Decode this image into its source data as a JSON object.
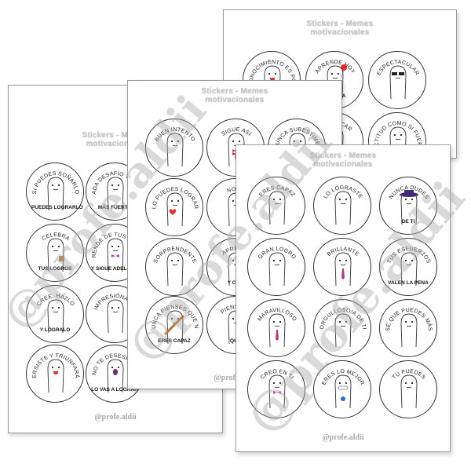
{
  "watermark_text": "@profe.aldii",
  "footer_text": "@profe.aldii",
  "colors": {
    "sheet_border": "#9a9a9a",
    "title_gray": "#c9c9c9",
    "ink": "#222222",
    "watermark": "#aaaaaa"
  },
  "sheets": [
    {
      "title_line1": "Stickers - Memes",
      "title_line2": "motivacionales",
      "stickers": [
        {
          "top": "SI PUEDES SOÑARLO",
          "bottom": "PUEDES LOGRARLO",
          "icon": "blob-character-icon"
        },
        {
          "top": "CADA DESAFÍO TE HACE",
          "bottom": "MÁS FUERTE",
          "icon": "blob-character-icon"
        },
        {
          "top": "CELEBRA",
          "bottom": "TUS LOGROS",
          "icon": "blob-character-coffee-icon"
        },
        {
          "top": "APRENDE DE TUS ERRORES",
          "bottom": "Y SIGUE ADELANTE",
          "icon": "blob-character-bow-icon"
        },
        {
          "top": "CREE, HAZLO",
          "bottom": "Y LÓGRALO",
          "icon": "blob-character-icon"
        },
        {
          "top": "IMPRESIONANTE",
          "bottom": "",
          "icon": "blob-character-icon"
        },
        {
          "top": "PERSISTE Y TRIUNFARÁS",
          "bottom": "",
          "icon": "blob-character-tongue-icon"
        },
        {
          "top": "NO TE DESESPERES",
          "bottom": "LO VAS A LOGRAR",
          "icon": "blob-character-shout-icon"
        }
      ]
    },
    {
      "title_line1": "Stickers - Memes",
      "title_line2": "motivacionales",
      "stickers": [
        {
          "top": "BUEN INTENTO",
          "bottom": "",
          "icon": "blob-character-icon"
        },
        {
          "top": "SIGUE ASÍ",
          "bottom": "",
          "icon": "blob-character-bowtie-icon"
        },
        {
          "top": "NUNCA SUBESTIMES",
          "bottom": "",
          "icon": "blob-character-icon"
        },
        {
          "top": "LO PUEDES LOGRAR",
          "bottom": "",
          "icon": "blob-character-heart-icon"
        },
        {
          "top": "NO TE",
          "bottom": "",
          "icon": "blob-character-icon"
        },
        {
          "top": "SORPRENDENTE",
          "bottom": "",
          "icon": "blob-character-icon"
        },
        {
          "top": "APRENDE",
          "bottom": "Y CON",
          "icon": "blob-character-icon"
        },
        {
          "top": "NUNCA PIENSES QUE NO",
          "bottom": "ERES CAPAZ",
          "icon": "blob-character-bat-icon"
        },
        {
          "top": "PIENSA EN",
          "bottom": "QUE",
          "icon": "blob-character-icon"
        }
      ]
    },
    {
      "title_line1": "Stickers - Memes",
      "title_line2": "motivacionales",
      "stickers": [
        {
          "top": "EL CONOCIMIENTO ES PODER",
          "bottom": "",
          "icon": "blob-character-lips-icon"
        },
        {
          "top": "APRENDE HOY",
          "bottom": "MAÑANA",
          "icon": "blob-character-balloon-icon"
        },
        {
          "top": "ESPECTACULAR",
          "bottom": "",
          "icon": "blob-character-sunglasses-icon"
        },
        {
          "top": "",
          "bottom": "",
          "icon": "blob-character-icon"
        },
        {
          "top": "DE BUSCAR",
          "bottom": "",
          "icon": "blob-character-icon"
        },
        {
          "top": "ACTITUD COMO SI FUERA",
          "bottom": "",
          "icon": "blob-character-icon"
        }
      ]
    },
    {
      "title_line1": "Stickers - Memes",
      "title_line2": "motivacionales",
      "stickers": [
        {
          "top": "ERES CAPAZ",
          "bottom": "",
          "icon": "blob-character-icon"
        },
        {
          "top": "LO LOGRASTE",
          "bottom": "",
          "icon": "blob-character-icon"
        },
        {
          "top": "NUNCA DUDES",
          "bottom": "DE TI",
          "icon": "blob-character-hat-icon"
        },
        {
          "top": "GRAN LOGRO",
          "bottom": "",
          "icon": "blob-character-icon"
        },
        {
          "top": "BRILLANTE",
          "bottom": "",
          "icon": "blob-character-tie-icon"
        },
        {
          "top": "TUS ESFUERZOS",
          "bottom": "VALEN LA PENA",
          "icon": "blob-character-icon"
        },
        {
          "top": "MARAVILLOSO",
          "bottom": "",
          "icon": "blob-character-tie-icon"
        },
        {
          "top": "ORGULLOSO/A DE TI",
          "bottom": "",
          "icon": "blob-character-icon"
        },
        {
          "top": "SÉ QUE PUEDES MÁS",
          "bottom": "",
          "icon": "blob-character-icon"
        },
        {
          "top": "CREO EN TI",
          "bottom": "",
          "icon": "blob-character-bow-icon"
        },
        {
          "top": "ERES LO MEJOR",
          "bottom": "",
          "icon": "blob-character-teeth-icon"
        },
        {
          "top": "TÚ PUEDES",
          "bottom": "",
          "icon": "blob-character-icon"
        }
      ]
    }
  ]
}
